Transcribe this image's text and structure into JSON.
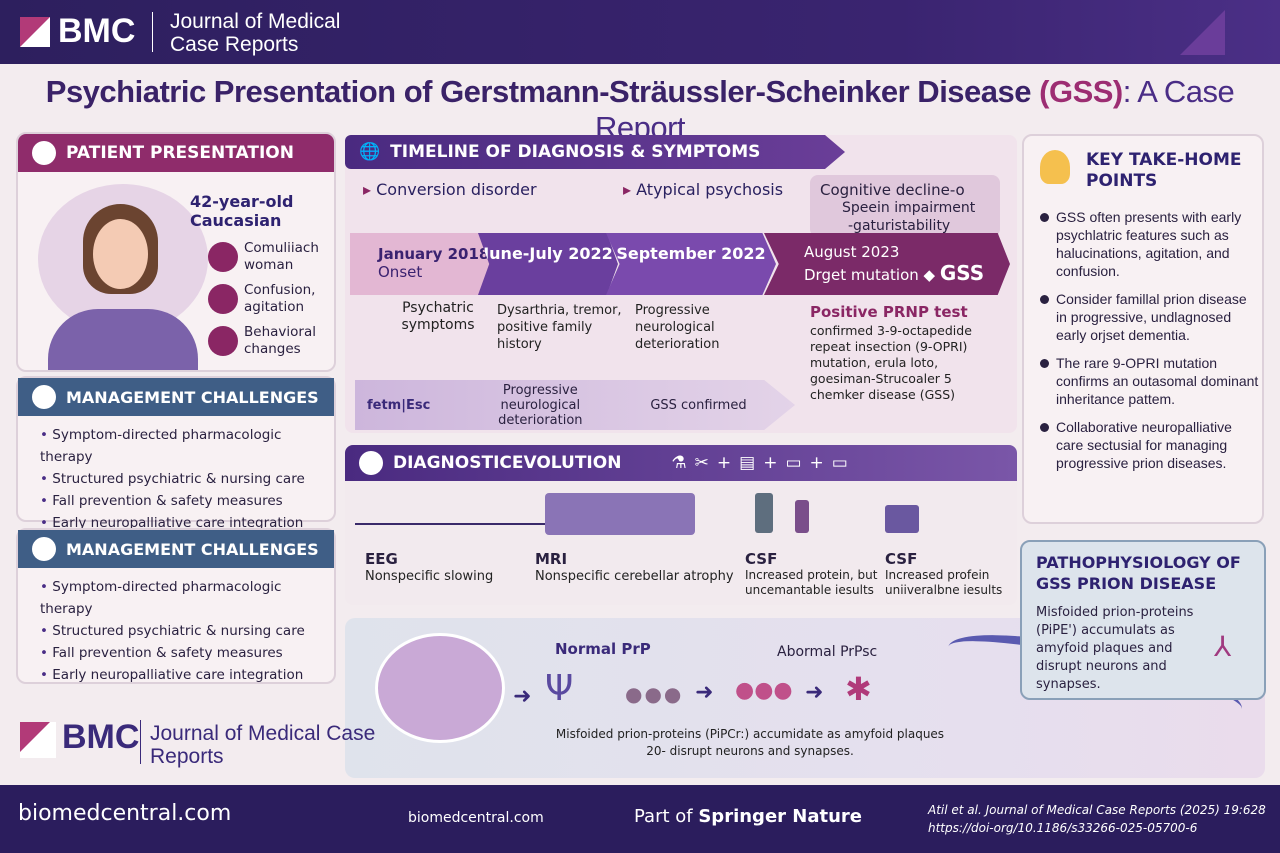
{
  "header": {
    "logo": "BMC",
    "journal": "Journal of Medical Case Reports"
  },
  "title": {
    "main": "Psychiatric Presentation of Gerstmann-Sträussler-Scheinker Disease ",
    "gss": "(GSS)",
    "suffix": ": A Case Report"
  },
  "patient": {
    "heading": "PATIENT PRESENTATION",
    "age": "42-year-old Caucasian",
    "items": [
      "Comuliiach woman",
      "Confusion, agitation",
      "Behavioral changes"
    ]
  },
  "management1": {
    "heading": "MANAGEMENT CHALLENGES",
    "items": [
      "Symptom-directed pharmacologic therapy",
      "Structured psychiatric & nursing care",
      "Fall prevention & safety measures",
      "Early neuropalliative care integration"
    ]
  },
  "management2": {
    "heading": "MANAGEMENT CHALLENGES",
    "items": [
      "Symptom-directed pharmacologic therapy",
      "Structured psychiatric & nursing care",
      "Fall prevention & safety measures",
      "Early neuropalliative care integration"
    ]
  },
  "timeline": {
    "heading": "TIMELINE OF DIAGNOSIS & SYMPTOMS",
    "diagnoses": [
      "Conversion disorder",
      "Atypical psychosis",
      "Cognitive decline-o"
    ],
    "later_symptoms": [
      "Speein impairment",
      "-gaturistability"
    ],
    "stages": [
      {
        "date": "January 2018",
        "sub": "Onset",
        "desc": "Psychatric symptoms"
      },
      {
        "date": "June-July 2022",
        "sub": "",
        "desc": "Dysarthria, tremor, positive family history"
      },
      {
        "date": "September 2022",
        "sub": "",
        "desc": "Progressive neurological deterioration"
      },
      {
        "date": "August 2023",
        "sub": "Drget mutation",
        "badge": "GSS"
      }
    ],
    "prnp_title": "Positive PRNP test",
    "prnp_desc": "confirmed 3-9-octapedide repeat insection (9-OPRI) mutation, erula loto, goesiman-Strucoaler 5 chemker disease (GSS)",
    "bottom": [
      "fetm|Esc",
      "Progressive neurological deterioration",
      "GSS confirmed"
    ]
  },
  "diagnostic": {
    "heading": "DIAGNOSTICEVOLUTION",
    "tests": [
      {
        "name": "EEG",
        "result": "Nonspecific slowing"
      },
      {
        "name": "MRI",
        "result": "Nonspecific cerebellar atrophy"
      },
      {
        "name": "CSF",
        "result": "Increased protein, but uncemantable iesults"
      },
      {
        "name": "CSF",
        "result": "Increased profein uniiveralbne iesults"
      }
    ]
  },
  "mechanism": {
    "normal": "Normal PrP",
    "abnormal": "Abormal PrPsc",
    "caption1": "Misfoided prion-proteins (PiPCr:) accumidate as amyfoid plaques",
    "caption2": "20-    disrupt neurons and synapses."
  },
  "takehome": {
    "heading": "KEY TAKE-HOME POINTS",
    "items": [
      "GSS often presents with early psychlatric features such as halucinations, agitation, and confusion.",
      "Consider famillal prion disease in progressive, undlagnosed early orjset dementia.",
      "The rare 9-OPRI mutation confirms an outasomal dominant inheritance pattem.",
      "Collaborative neuropalliative care sectusial for managing progressive prion diseases."
    ]
  },
  "pathophys": {
    "heading": "PATHOPHYSIOLOGY OF GSS PRION DISEASE",
    "text": "Misfoided prion-proteins (PiPE') accumulats as amyfoid plaques and disrupt neurons and synapses."
  },
  "footer_logo": {
    "logo": "BMC",
    "journal": "Journal of Medical Case Reports"
  },
  "footer": {
    "site_left": "biomedcentral.com",
    "site": "biomedcentral.com",
    "part_of": "Part of",
    "publisher": "Springer Nature",
    "citation": "Atil et al. Journal of Medical Case Reports (2025) 19:628",
    "doi": "https://doi-org/10.1186/s33266-025-05700-6"
  },
  "colors": {
    "header": "#2d1f5e",
    "accent": "#8a2664",
    "purple": "#4a2d86",
    "footer": "#2b1d5d"
  }
}
